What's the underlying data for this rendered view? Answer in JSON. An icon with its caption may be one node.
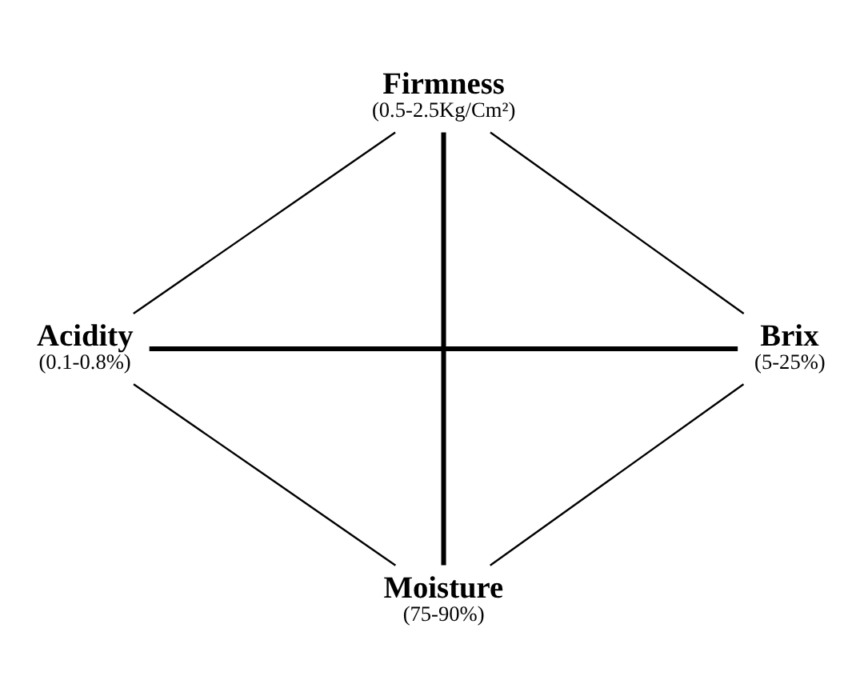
{
  "diagram": {
    "nodes": [
      {
        "text": [
          "Firmness"
        ],
        "beside": [
          "(0.5-2.5Kg/Cm²)"
        ]
      },
      {
        "text": [
          "Brix"
        ],
        "beside": [
          "(5-25%)"
        ]
      },
      {
        "text": [
          "Acidity"
        ],
        "beside": [
          "(0.1-0.8%)"
        ]
      },
      {
        "text": [
          "Moisture"
        ],
        "beside": [
          "(75-90%)"
        ]
      }
    ],
    "edges": [
      {
        "from": 0,
        "to": 2,
        "arrow": "none"
      },
      {
        "from": 2,
        "to": 3,
        "arrow": "none"
      },
      {
        "from": 3,
        "to": 1,
        "arrow": "none"
      },
      {
        "from": 1,
        "to": 0,
        "arrow": "none"
      },
      {
        "from": 0,
        "to": 3,
        "arrow": "none",
        "style": "thick"
      },
      {
        "from": 1,
        "to": 2,
        "arrow": "none",
        "style": "thick"
      }
    ]
  }
}
